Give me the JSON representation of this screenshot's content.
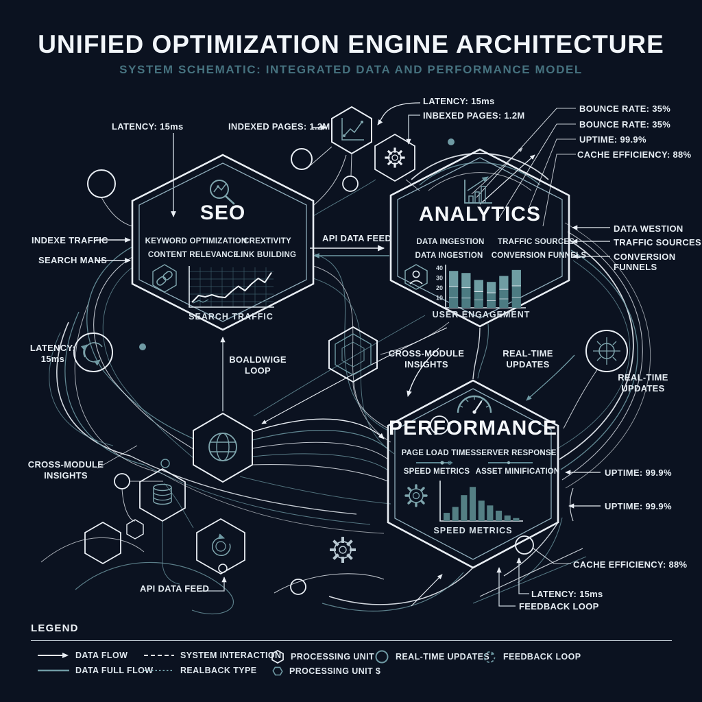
{
  "title": "UNIFIED OPTIMIZATION ENGINE ARCHITECTURE",
  "subtitle": "SYSTEM SCHEMATIC: INTEGRATED DATA AND PERFORMANCE MODEL",
  "colors": {
    "background": "#0b1220",
    "line_white": "#e9eef4",
    "teal": "#6f9aa4",
    "subtitle_teal": "#46727f",
    "bar_fill": "#4c7b82",
    "bar_fill_light": "#6f9da3"
  },
  "modules": {
    "seo": {
      "name": "SEO",
      "icon": "magnifier-trend-icon",
      "side_icon": "chain-link-icon",
      "features": [
        "KEYWORD OPTIMIZATION",
        "CREXTIVITY",
        "CONTENT RELEVANCE",
        "LINK BUILDING"
      ],
      "chart": {
        "type": "line",
        "label": "SEARCH TRAFFIC",
        "points": [
          8,
          28,
          24,
          30,
          24,
          22,
          40,
          55,
          42,
          62,
          78,
          66,
          95
        ]
      }
    },
    "analytics": {
      "name": "ANALYTICS",
      "icon": "bar-chart-icon",
      "side_icon": "user-icon",
      "features": [
        "DATA INGESTION",
        "TRAFFIC SOURCES",
        "DATA INGESTION",
        "CONVERSION FUNNELS"
      ],
      "chart": {
        "type": "bar",
        "label": "USER ENGAGEMENT",
        "y_ticks": [
          40,
          30,
          20,
          10
        ],
        "ymax": 40,
        "values": [
          37,
          35,
          28,
          26,
          32,
          38
        ]
      }
    },
    "performance": {
      "name": "PERFORMANCE",
      "icon": "gauge-icon",
      "side_icon": "gear-icon",
      "features": [
        "PAGE LOAD TIMES",
        "SERVER RESPONSE",
        "SPEED METRICS",
        "ASSET MINIFICATION"
      ],
      "chart": {
        "type": "bar",
        "label": "SPEED METRICS",
        "ymax": 100,
        "values": [
          22,
          38,
          70,
          92,
          55,
          42,
          28,
          15,
          8
        ]
      }
    }
  },
  "annotations": {
    "latency_top_left": "LATENCY: 15ms",
    "indexed_pages_top": "INDEXED PAGES: 1.2M",
    "latency_top_right": "LATENCY: 15ms",
    "indexed_pages_top_right": "INBEXED PAGES: 1.2M",
    "bounce_rate_1": "BOUNCE RATE: 35%",
    "bounce_rate_2": "BOUNCE RATE: 35%",
    "uptime_top_right": "UPTIME: 99.9%",
    "cache_efficiency_top_right": "CACHE EFFICIENCY: 88%",
    "indexe_traffic": "INDEXE TRAFFIC",
    "search_mans": "SEARCH MANS",
    "api_data_feed_mid": "API DATA FEED",
    "data_westion": "DATA WESTION",
    "traffic_sources_right": "TRAFFIC SOURCES",
    "conversion_funnels_right_1": "CONVERSION",
    "conversion_funnels_right_2": "FUNNELS",
    "latency_left_1": "LATENCY:",
    "latency_left_2": "15ms",
    "boaldwige_loop_1": "BOALDWIGE",
    "boaldwige_loop_2": "LOOP",
    "cross_module_mid_1": "CROSS-MODULE",
    "cross_module_mid_2": "INSIGHTS",
    "real_time_mid_1": "REAL-TIME",
    "real_time_mid_2": "UPDATES",
    "real_time_right_1": "REAL-TIME",
    "real_time_right_2": "UPDATES",
    "cross_module_left_1": "CROSS-MODULE",
    "cross_module_left_2": "INSIGHTS",
    "uptime_right_1": "UPTIME: 99.9%",
    "uptime_right_2": "UPTIME: 99.9%",
    "cache_efficiency_bottom": "CACHE EFFICIENCY: 88%",
    "latency_bottom_right": "LATENCY: 15ms",
    "feedback_loop_bottom": "FEEDBACK LOOP",
    "api_data_feed_bottom": "API DATA FEED"
  },
  "icons": {
    "center": "globe-icon",
    "database": "database-icon",
    "refresh": "refresh-cycle-icon",
    "compass": "compass-icon",
    "top_chart": "line-chart-icon",
    "top_gear": "gear-icon",
    "loop_circle": "cycle-arrows-icon"
  },
  "legend": {
    "heading": "LEGEND",
    "items": {
      "data_flow": "DATA FLOW",
      "data_full_flow": "DATA FULL FLOW",
      "system_interaction": "SYSTEM INTERACTION",
      "realback_type": "REALBACK TYPE",
      "processing_unit": "PROCESSING UNIT",
      "processing_unit_s": "PROCESSING UNIT $",
      "real_time_updates": "REAL-TIME UPDATES",
      "feedback_loop": "FEEDBACK LOOP"
    }
  }
}
